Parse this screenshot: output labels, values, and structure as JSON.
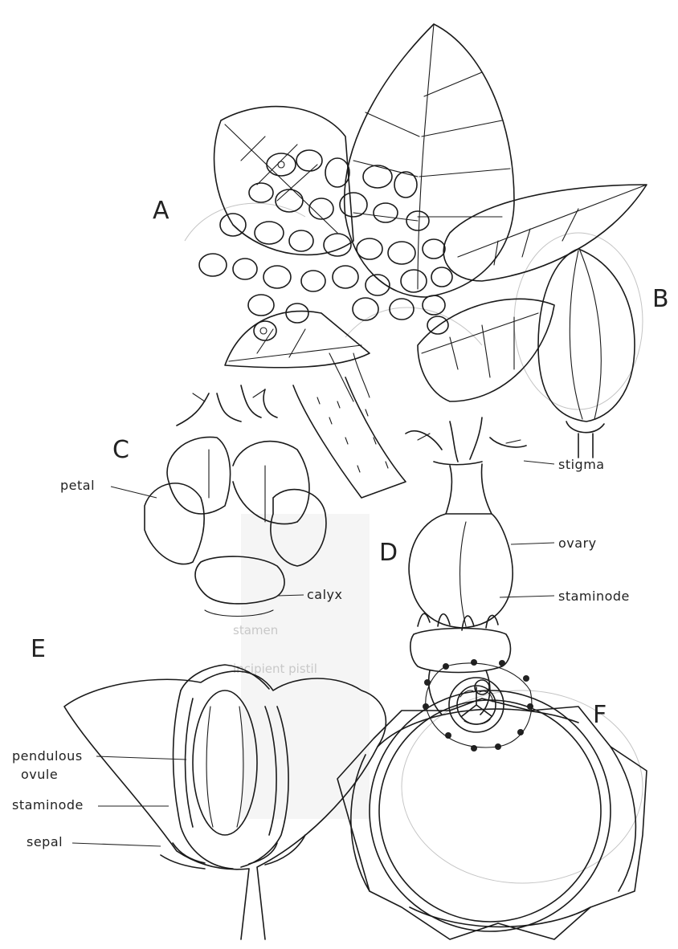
{
  "panels": {
    "a": "A",
    "b": "B",
    "c": "C",
    "d": "D",
    "e": "E",
    "f": "F"
  },
  "labels": {
    "petal": "petal",
    "calyx": "calyx",
    "stigma": "stigma",
    "ovary": "ovary",
    "staminode_d": "staminode",
    "pendulous": "pendulous",
    "ovule": "ovule",
    "staminode_e": "staminode",
    "sepal": "sepal"
  },
  "bleed_through": {
    "stamen": "stamen",
    "incipient_pistil": "incipient pistil"
  },
  "colors": {
    "ink": "#1a1a1a",
    "paper": "#ffffff",
    "bleed": "#c4c4c4"
  }
}
